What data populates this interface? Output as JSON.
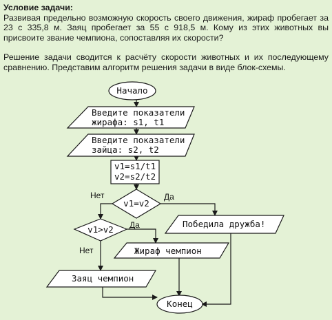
{
  "task": {
    "title": "Условие задачи:",
    "body": "Развивая предельно возможную скорость своего движения, жираф пробегает за 23 с 335,8 м. Заяц пробегает за 55 с 918,5 м. Кому из этих животных вы присвоите звание чемпиона, сопоставляя их скорости?",
    "solution": "Решение задачи сводится к расчёту скорости животных и их последующему сравнению. Представим алгоритм решения задачи в виде блок-схемы."
  },
  "flowchart": {
    "start": "Начало",
    "input_giraffe": [
      "Введите показатели",
      "жирафа: s1, t1"
    ],
    "input_hare": [
      "Введите показатели",
      "зайца: s2, t2"
    ],
    "compute": [
      "v1=s1/t1",
      "v2=s2/t2"
    ],
    "cond_equal": "v1=v2",
    "cond_greater": "v1>v2",
    "label_yes": "Да",
    "label_no": "Нет",
    "out_friendship": "Победила дружба!",
    "out_giraffe": "Жираф чемпион",
    "out_hare": "Заяц чемпион",
    "end": "Конец"
  }
}
